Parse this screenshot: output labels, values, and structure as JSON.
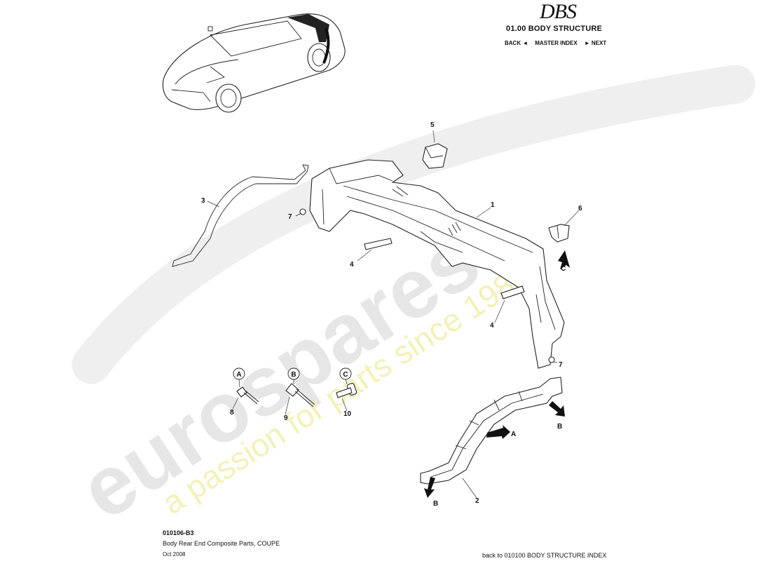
{
  "header": {
    "logo_text": "DBS",
    "section_title": "01.00 BODY STRUCTURE",
    "nav": {
      "back": "BACK ◄",
      "master_index": "MASTER INDEX",
      "next": "► NEXT"
    }
  },
  "watermark": {
    "brand": "eurospares",
    "tagline": "a passion for parts since 1985"
  },
  "callouts": [
    "1",
    "2",
    "3",
    "4",
    "4",
    "5",
    "6",
    "7",
    "7",
    "8",
    "9",
    "10"
  ],
  "fastener_keys": [
    "A",
    "B",
    "C"
  ],
  "arrow_labels": [
    "C",
    "A",
    "B",
    "B"
  ],
  "footer": {
    "doc_number": "010106-B3",
    "doc_title": "Body Rear End Composite Parts, COUPE",
    "date": "Oct 2008",
    "back_link": "back to 010100 BODY STRUCTURE INDEX"
  }
}
